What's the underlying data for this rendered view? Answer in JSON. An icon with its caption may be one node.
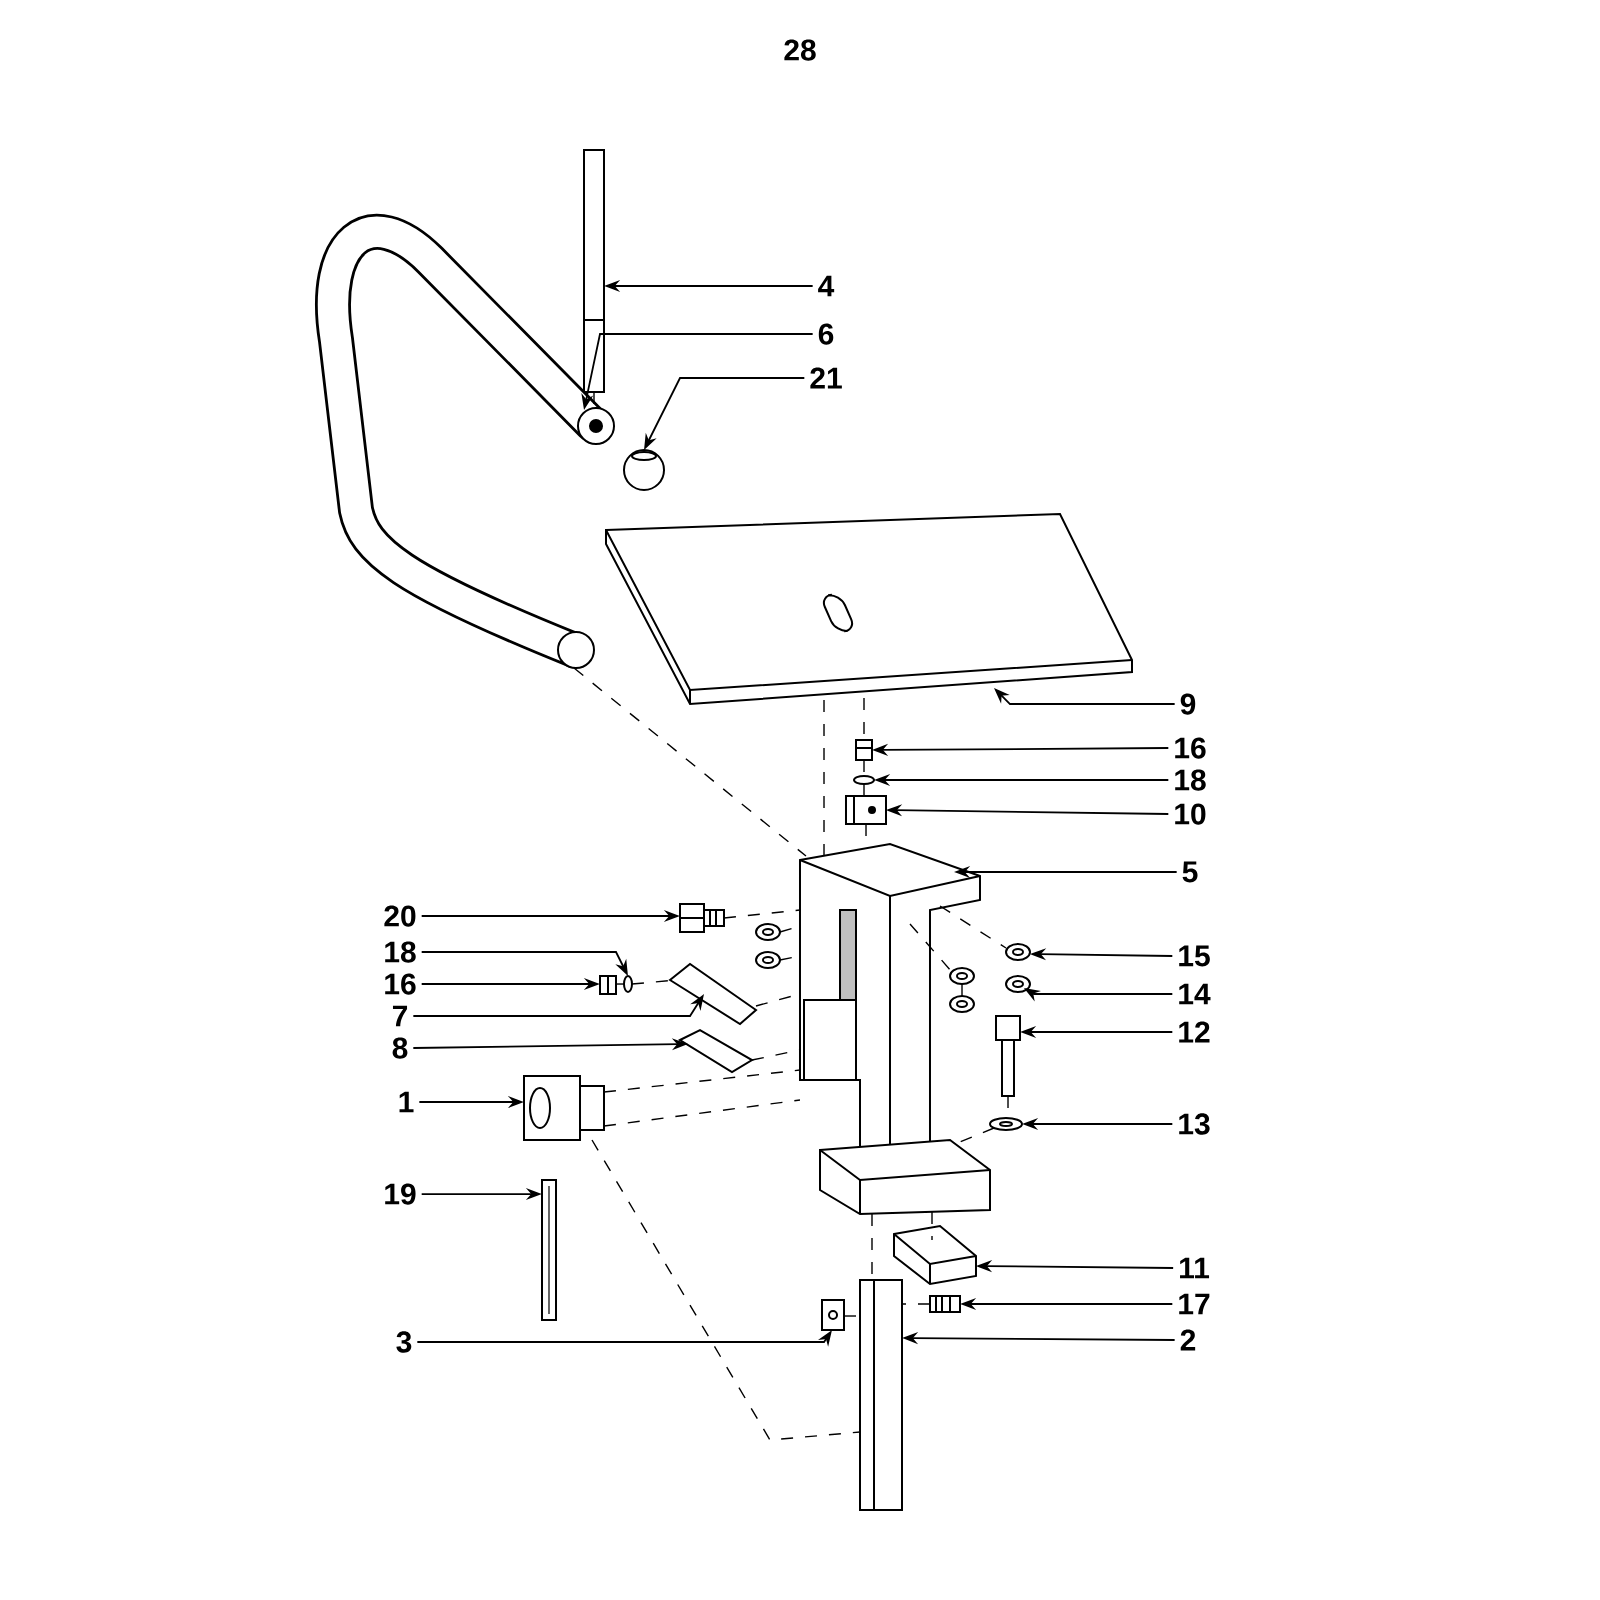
{
  "diagram": {
    "nodes": [
      {
        "text": [
          "4"
        ]
      },
      {
        "text": [
          "6"
        ]
      },
      {
        "text": [
          "21"
        ]
      },
      {
        "text": [
          "9"
        ]
      },
      {
        "text": [
          "16"
        ]
      },
      {
        "text": [
          "18"
        ]
      },
      {
        "text": [
          "10"
        ]
      },
      {
        "text": [
          "5"
        ]
      },
      {
        "text": [
          "20"
        ]
      },
      {
        "text": [
          "18"
        ]
      },
      {
        "text": [
          "15"
        ]
      },
      {
        "text": [
          "16"
        ]
      },
      {
        "text": [
          "14"
        ]
      },
      {
        "text": [
          "7"
        ]
      },
      {
        "text": [
          "12"
        ]
      },
      {
        "text": [
          "8"
        ]
      },
      {
        "text": [
          "1"
        ]
      },
      {
        "text": [
          "13"
        ]
      },
      {
        "text": [
          "19"
        ]
      },
      {
        "text": [
          "11"
        ]
      },
      {
        "text": [
          "17"
        ]
      },
      {
        "text": [
          "3"
        ]
      },
      {
        "text": [
          "2"
        ]
      },
      {
        "text": [],
        "shape": "picture"
      },
      {
        "text": [],
        "shape": "picture"
      },
      {
        "text": [],
        "shape": "picture"
      },
      {
        "text": [],
        "shape": "picture"
      },
      {
        "text": [],
        "shape": "picture"
      },
      {
        "text": [],
        "shape": "picture"
      },
      {
        "text": [],
        "shape": "picture"
      },
      {
        "text": [],
        "shape": "picture"
      },
      {
        "text": [],
        "shape": "picture"
      },
      {
        "text": [],
        "shape": "picture"
      },
      {
        "text": [],
        "shape": "picture"
      },
      {
        "text": [],
        "shape": "picture"
      },
      {
        "text": [],
        "shape": "picture"
      },
      {
        "text": [],
        "shape": "picture"
      },
      {
        "text": [],
        "shape": "picture"
      },
      {
        "text": [],
        "shape": "picture"
      },
      {
        "text": [],
        "shape": "picture"
      },
      {
        "text": [],
        "shape": "picture"
      },
      {
        "text": [],
        "shape": "picture"
      },
      {
        "text": [],
        "shape": "picture"
      },
      {
        "text": [],
        "shape": "picture"
      },
      {
        "text": [],
        "shape": "picture"
      },
      {
        "text": [],
        "shape": "picture"
      },
      {
        "text": [],
        "shape": "picture"
      },
      {
        "text": [],
        "shape": "picture"
      },
      {
        "text": [],
        "shape": "picture"
      },
      {
        "text": [],
        "shape": "picture"
      }
    ],
    "edges": [
      {
        "from": 0,
        "to": 23,
        "arrow": "to"
      },
      {
        "from": 1,
        "to": 24,
        "arrow": "to"
      },
      {
        "from": 2,
        "to": 25,
        "arrow": "to"
      },
      {
        "from": 3,
        "to": 26,
        "arrow": "to"
      },
      {
        "from": 4,
        "to": 27,
        "arrow": "to"
      },
      {
        "from": 5,
        "to": 28,
        "arrow": "to"
      },
      {
        "from": 6,
        "to": 29,
        "arrow": "to"
      },
      {
        "from": 7,
        "to": 30,
        "arrow": "to"
      },
      {
        "from": 8,
        "to": 31,
        "arrow": "to"
      },
      {
        "from": 9,
        "to": 39,
        "arrow": "to"
      },
      {
        "from": 10,
        "to": 34,
        "arrow": "to"
      },
      {
        "from": 11,
        "to": 38,
        "arrow": "to"
      },
      {
        "from": 12,
        "to": 35,
        "arrow": "to"
      },
      {
        "from": 13,
        "to": 40,
        "arrow": "to"
      },
      {
        "from": 14,
        "to": 41,
        "arrow": "to"
      },
      {
        "from": 15,
        "to": 42,
        "arrow": "to"
      },
      {
        "from": 16,
        "to": 43,
        "arrow": "to"
      },
      {
        "from": 17,
        "to": 44,
        "arrow": "to"
      },
      {
        "from": 18,
        "to": 45,
        "arrow": "to"
      },
      {
        "from": 19,
        "to": 46,
        "arrow": "to"
      },
      {
        "from": 20,
        "to": 47,
        "arrow": "to"
      },
      {
        "from": 21,
        "to": 48,
        "arrow": "to"
      },
      {
        "from": 22,
        "to": 49,
        "arrow": "to"
      },
      {
        "from": 23,
        "to": 24,
        "arrow": "none",
        "style": "dashed"
      },
      {
        "from": 24,
        "to": 30,
        "arrow": "none",
        "style": "dashed"
      },
      {
        "from": 26,
        "to": 30,
        "arrow": "none",
        "style": "dashed"
      },
      {
        "from": 26,
        "to": 27,
        "arrow": "none",
        "style": "dashed"
      },
      {
        "from": 27,
        "to": 28,
        "arrow": "none",
        "style": "dashed"
      },
      {
        "from": 28,
        "to": 29,
        "arrow": "none",
        "style": "dashed"
      },
      {
        "from": 29,
        "to": 30,
        "arrow": "none",
        "style": "dashed"
      },
      {
        "from": 31,
        "to": 30,
        "arrow": "none",
        "style": "dashed"
      },
      {
        "from": 32,
        "to": 30,
        "arrow": "none",
        "style": "dashed"
      },
      {
        "from": 33,
        "to": 30,
        "arrow": "none",
        "style": "dashed"
      },
      {
        "from": 30,
        "to": 34,
        "arrow": "none",
        "style": "dashed"
      },
      {
        "from": 30,
        "to": 36,
        "arrow": "none",
        "style": "dashed"
      },
      {
        "from": 36,
        "to": 37,
        "arrow": "none",
        "style": "dashed"
      },
      {
        "from": 38,
        "to": 39,
        "arrow": "none",
        "style": "dashed"
      },
      {
        "from": 39,
        "to": 40,
        "arrow": "none",
        "style": "dashed"
      },
      {
        "from": 40,
        "to": 30,
        "arrow": "none",
        "style": "dashed"
      },
      {
        "from": 42,
        "to": 30,
        "arrow": "none",
        "style": "dashed"
      },
      {
        "from": 43,
        "to": 30,
        "arrow": "none",
        "style": "dashed"
      },
      {
        "from": 43,
        "to": 30,
        "arrow": "none",
        "style": "dashed"
      },
      {
        "from": 43,
        "to": 49,
        "arrow": "none",
        "style": "dashed"
      },
      {
        "from": 41,
        "to": 44,
        "arrow": "none",
        "style": "dashed"
      },
      {
        "from": 44,
        "to": 30,
        "arrow": "none",
        "style": "dashed"
      },
      {
        "from": 30,
        "to": 46,
        "arrow": "none",
        "style": "dashed"
      },
      {
        "from": 30,
        "to": 49,
        "arrow": "none",
        "style": "dashed"
      },
      {
        "from": 48,
        "to": 49,
        "arrow": "none",
        "style": "dashed"
      },
      {
        "from": 47,
        "to": 49,
        "arrow": "none",
        "style": "dashed"
      }
    ],
    "labels": [
      "28"
    ]
  }
}
